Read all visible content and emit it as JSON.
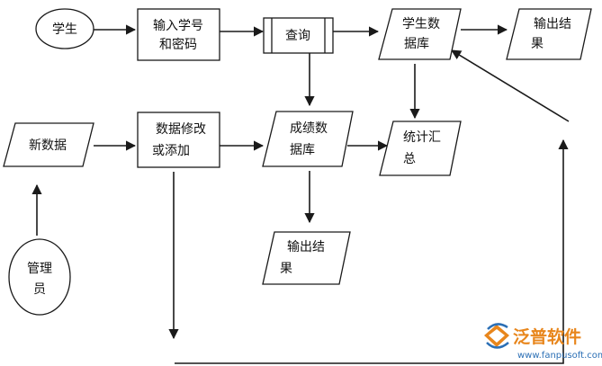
{
  "diagram": {
    "nodes": {
      "student": "学生",
      "login": [
        "输入学号",
        "和密码"
      ],
      "query": "查询",
      "student_db": [
        "学生数",
        "据库"
      ],
      "output_top": [
        "输出结",
        "果"
      ],
      "new_data": "新数据",
      "modify": [
        "数据修改",
        "或添加"
      ],
      "score_db": [
        "成绩数",
        "据库"
      ],
      "stats": [
        "统计汇",
        "总"
      ],
      "output_mid": [
        "输出结",
        "果"
      ],
      "admin": [
        "管理",
        "员"
      ]
    }
  },
  "watermark": {
    "brand": "泛普软件",
    "url": "www.fanpusoft.com",
    "colors": {
      "orange": "#e8861c",
      "blue": "#2b6fb5"
    }
  }
}
